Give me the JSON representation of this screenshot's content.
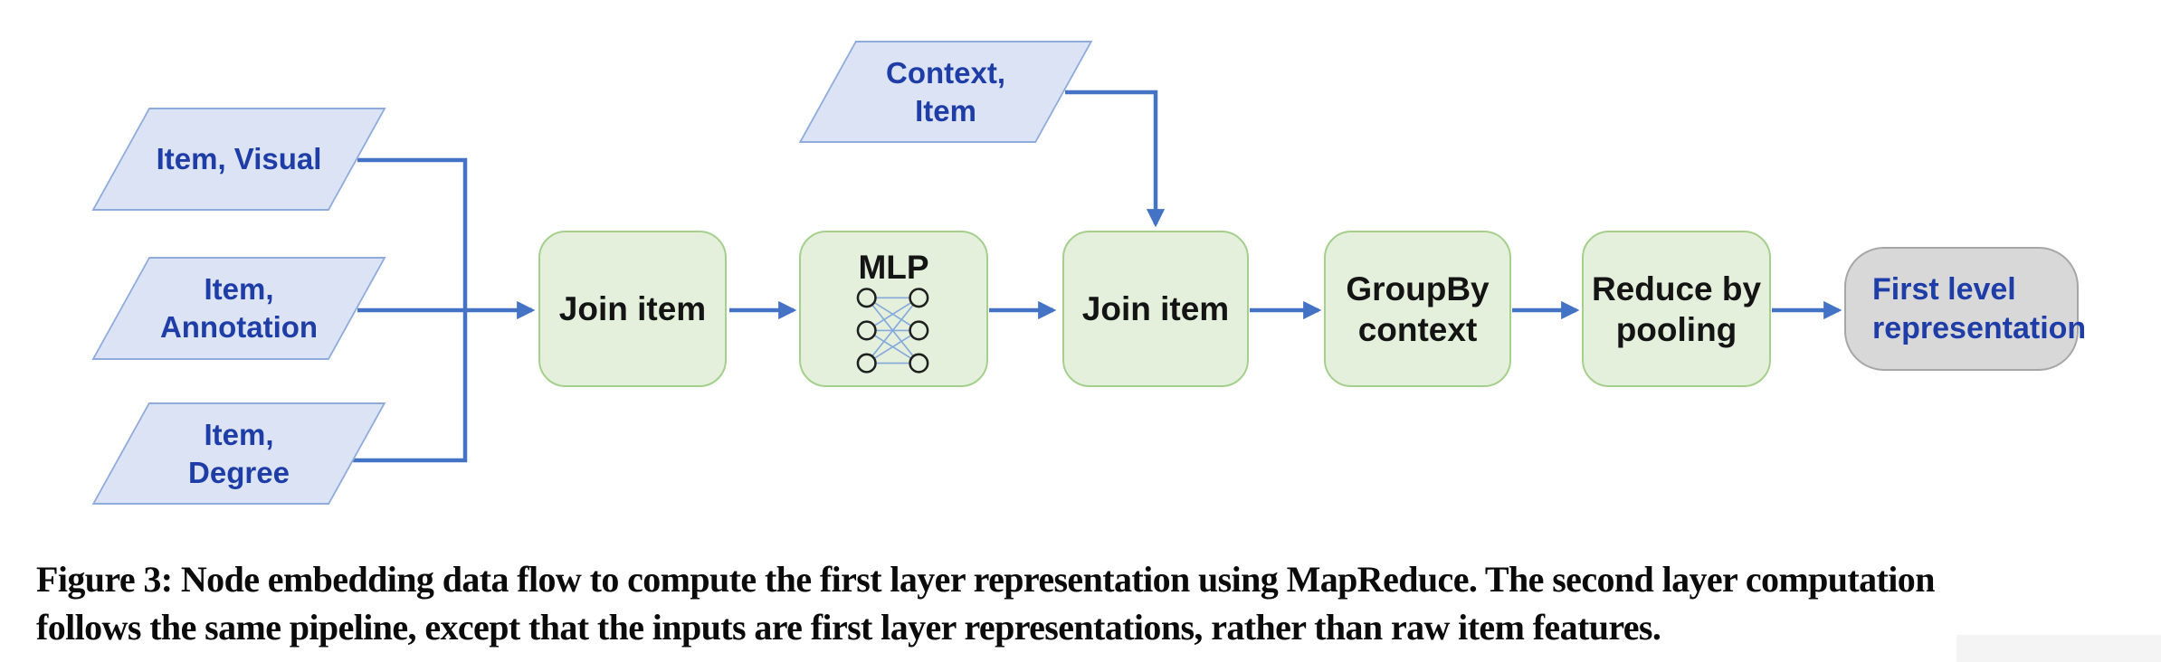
{
  "nodes": {
    "item_visual": {
      "line1": "Item, Visual"
    },
    "item_annotation": {
      "line1": "Item,",
      "line2": "Annotation"
    },
    "item_degree": {
      "line1": "Item,",
      "line2": "Degree"
    },
    "context_item": {
      "line1": "Context,",
      "line2": "Item"
    },
    "join_item_1": {
      "line1": "Join item"
    },
    "mlp": {
      "line1": "MLP"
    },
    "join_item_2": {
      "line1": "Join item"
    },
    "groupby_context": {
      "line1": "GroupBy",
      "line2": "context"
    },
    "reduce_by_pooling": {
      "line1": "Reduce by",
      "line2": "pooling"
    },
    "first_level_representation": {
      "line1": "First level",
      "line2": "representation"
    }
  },
  "caption": {
    "line1": "Figure 3: Node embedding data flow to compute the first layer representation using MapReduce. The second layer computation",
    "line2": "follows the same pipeline, except that the inputs are first layer representations, rather than raw item features."
  },
  "colors": {
    "arrow": "#4472c4",
    "input_fill": "#dbe3f4",
    "input_border": "#8faadc",
    "input_text": "#1e3da6",
    "stage_fill": "#e4f0dc",
    "stage_border": "#a5cf8d",
    "stage_text": "#141414",
    "output_fill": "#d8d8d9",
    "output_border": "#a6a6a6",
    "output_text": "#1e3da6",
    "mlp_link": "#85a9dc",
    "mlp_node": "#1f1f1f",
    "caption_text": "#0b0b0b",
    "artifact": "#f4f4f5"
  }
}
